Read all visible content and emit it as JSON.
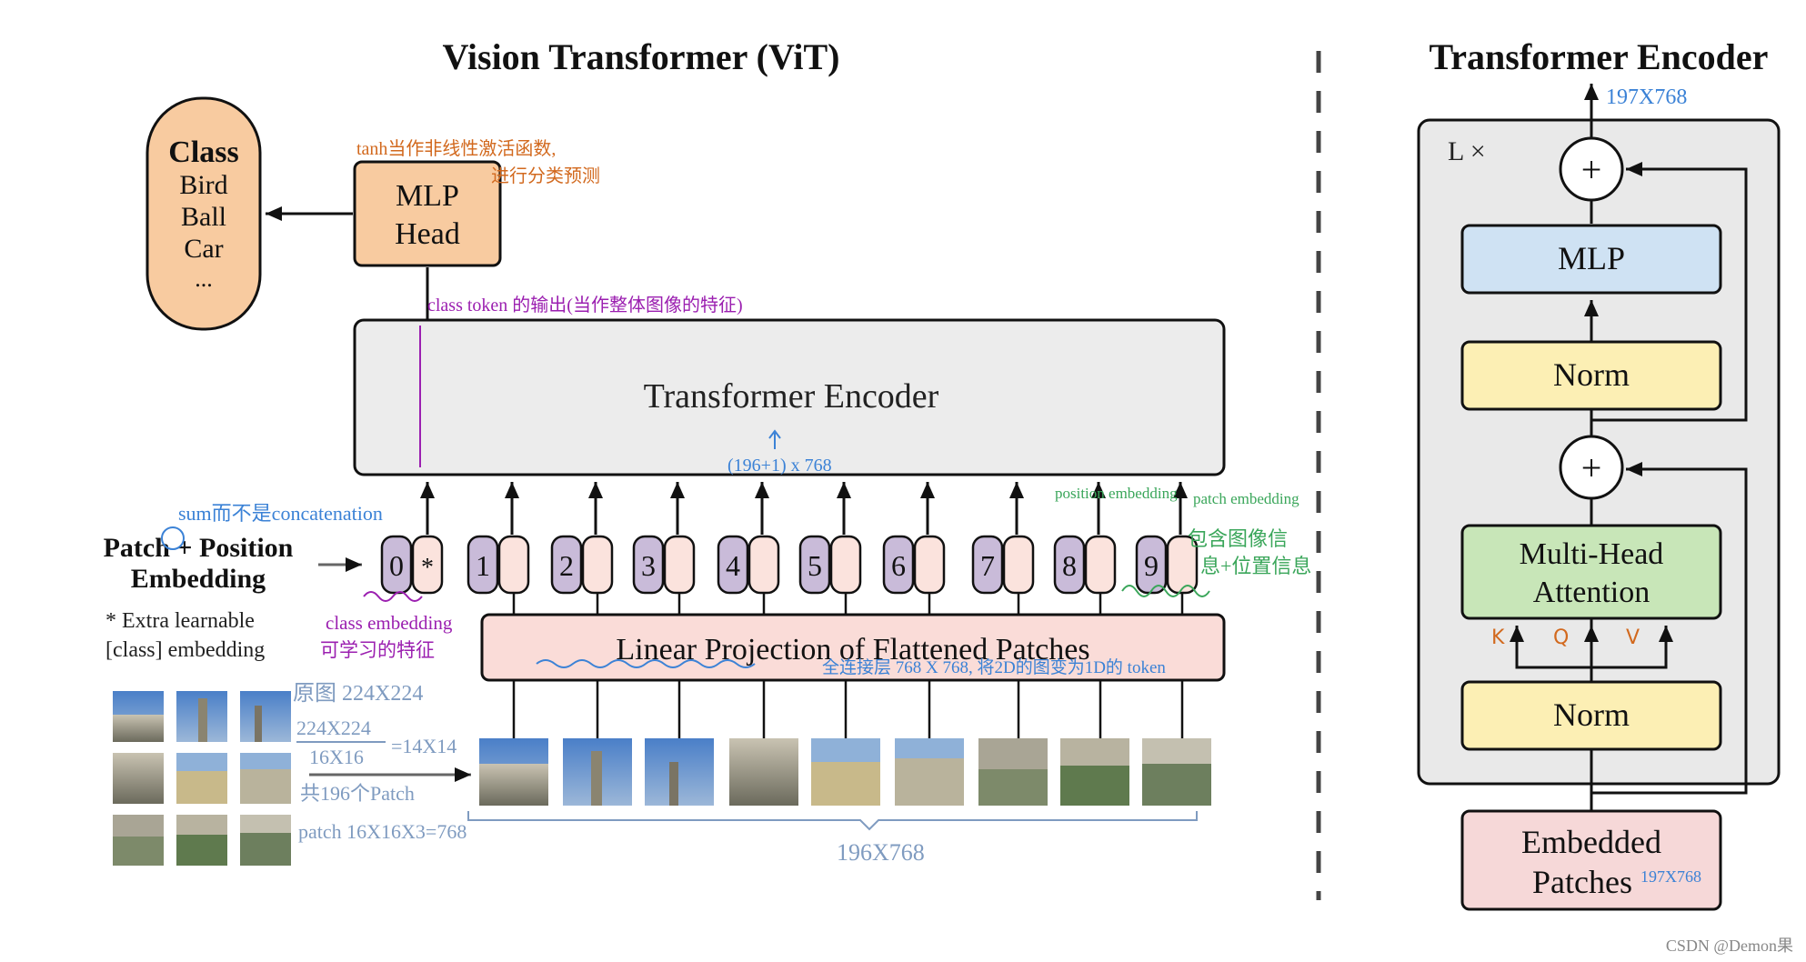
{
  "vit": {
    "title": "Vision Transformer (ViT)",
    "class_box": {
      "title": "Class",
      "items": [
        "Bird",
        "Ball",
        "Car",
        "..."
      ]
    },
    "mlp_head": {
      "line1": "MLP",
      "line2": "Head"
    },
    "encoder_label": "Transformer Encoder",
    "embedding_label": {
      "line1": "Patch + Position",
      "line2": "Embedding"
    },
    "extra_note": {
      "line1": "* Extra learnable",
      "line2": "[class] embedding"
    },
    "linear_projection": "Linear Projection of Flattened Patches",
    "tokens": [
      "0",
      "1",
      "2",
      "3",
      "4",
      "5",
      "6",
      "7",
      "8",
      "9"
    ],
    "class_token_symbol": "*"
  },
  "encoder_block": {
    "title": "Transformer Encoder",
    "repeat": "L ×",
    "plus_symbol": "+",
    "mlp": "MLP",
    "norm_top": "Norm",
    "mha": {
      "line1": "Multi-Head",
      "line2": "Attention"
    },
    "norm_bottom": "Norm",
    "embedded": {
      "line1": "Embedded",
      "line2": "Patches"
    },
    "qkv": [
      "K",
      "Q",
      "V"
    ]
  },
  "annotations": {
    "tanh": {
      "line1": "tanh当作非线性激活函数,",
      "line2": "进行分类预测"
    },
    "class_token_output": "class token 的输出(当作整体图像的特征)",
    "sum_note": "sum而不是concatenation",
    "dims_197": "(196+1) x 768",
    "position_embedding": "position embedding",
    "patch_embedding": "patch embedding",
    "patch_info": {
      "line1": "包含图像信",
      "line2": "息+位置信息"
    },
    "class_embedding": {
      "line1": "class embedding",
      "line2": "可学习的特征"
    },
    "fc_layer": "全连接层 768 X 768, 将2D的图变为1D的 token",
    "orig_size": "原图 224X224",
    "frac_num": "224X224",
    "frac_den": "16X16",
    "frac_result": "=14X14",
    "patch_count": "共196个Patch",
    "patch_dims": "patch 16X16X3=768",
    "dims_196": "196X768",
    "top_dims": "197X768",
    "embedded_dims": "197X768"
  },
  "colors": {
    "class_fill": "#f8cba0",
    "mlp_head_fill": "#f8cba0",
    "encoder_fill": "#ececec",
    "token_pos_fill": "#c9bbd9",
    "token_patch_fill": "#fbe3dd",
    "linear_fill": "#fadcd8",
    "block_fill": "#e9e9e9",
    "mlp_fill": "#cfe2f3",
    "norm_fill": "#fcefb4",
    "mha_fill": "#c8e6b8",
    "embedded_fill": "#f6d8d8",
    "annot_orange": "#d2691e",
    "annot_purple": "#9b1fb0",
    "annot_blue": "#3b82d6",
    "annot_green": "#3aa65a",
    "annot_gray_blue": "#7f9bc0"
  },
  "footer": {
    "watermark": "CSDN @Demon果"
  }
}
